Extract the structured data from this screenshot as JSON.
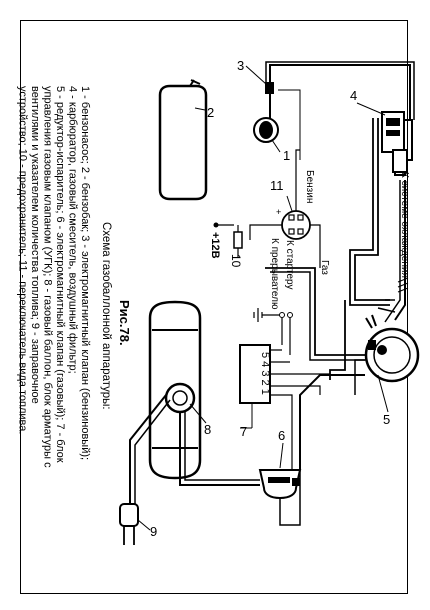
{
  "figure": {
    "number": "Рис.78.",
    "title": "Схема газобаллонной аппаратуры:",
    "legend_lines": [
      "1 - бензонасос; 2 - бензобак; 3 - электромагнитный клапан (бензиновый);",
      "4 - карбюратор, газовый смеситель, воздушный фильтр;",
      "5 - редуктор-испаритель; 6 - электромагнитный клапан (газовый); 7 - блок",
      "управления газовым клапаном (УГК); 8 - газовый баллон, блок арматуры с",
      "вентилями и указателем количества топлива; 9 - заправочное",
      "устройство;  10 - предохранитель; 11 - переключатель вида топлива."
    ]
  },
  "diagram": {
    "numbers": {
      "n1": "1",
      "n2": "2",
      "n3": "3",
      "n4": "4",
      "n5": "5",
      "n6": "6",
      "n7": "7",
      "n8": "8",
      "n9": "9",
      "n10": "10",
      "n11": "11"
    },
    "labels": {
      "cooling": "К системе охлаждения",
      "petrol": "Бензин",
      "gas": "Газ",
      "starter": "К стартеру",
      "breaker": "К прерывателю",
      "voltage": "+12В",
      "block_terminals": "5 4 3 2 1"
    }
  }
}
